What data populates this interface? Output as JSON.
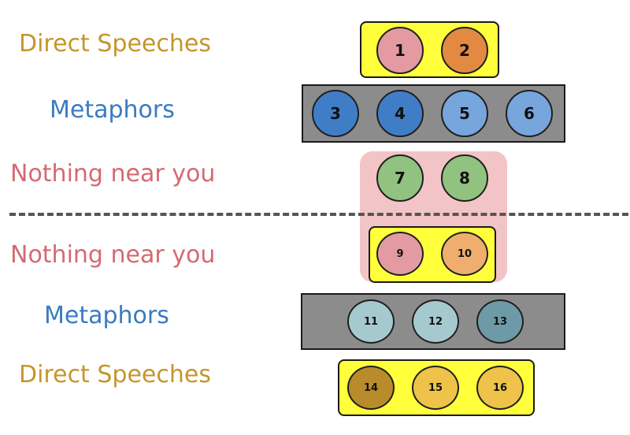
{
  "labels": {
    "upper": {
      "direct_speeches": "Direct Speeches",
      "metaphors": "Metaphors",
      "nothing_near_you": "Nothing near you"
    },
    "lower": {
      "nothing_near_you": "Nothing near you",
      "metaphors": "Metaphors",
      "direct_speeches": "Direct Speeches"
    }
  },
  "circles": {
    "c1": "1",
    "c2": "2",
    "c3": "3",
    "c4": "4",
    "c5": "5",
    "c6": "6",
    "c7": "7",
    "c8": "8",
    "c9": "9",
    "c10": "10",
    "c11": "11",
    "c12": "12",
    "c13": "13",
    "c14": "14",
    "c15": "15",
    "c16": "16"
  },
  "colors": {
    "yellow_box": "#ffff3c",
    "gray_box": "#8c8c8c",
    "pink_highlight": "#f2c4c6",
    "direct_speeches_text": "#c4962c",
    "metaphors_text": "#3a7bc0",
    "nothing_text": "#d46a72"
  }
}
